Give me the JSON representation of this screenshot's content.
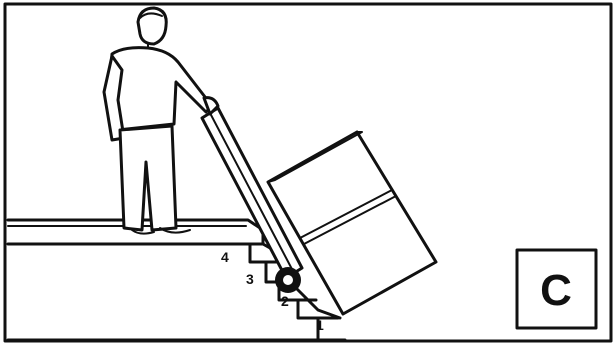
{
  "panel": {
    "letter": "C"
  },
  "steps": [
    {
      "label": "1"
    },
    {
      "label": "2"
    },
    {
      "label": "3"
    },
    {
      "label": "4"
    }
  ],
  "colors": {
    "ink": "#111111",
    "paper": "#ffffff"
  },
  "icons": {
    "figure": "person-with-hand-truck-icon",
    "load": "box-icon",
    "wheel": "wheel-icon"
  }
}
